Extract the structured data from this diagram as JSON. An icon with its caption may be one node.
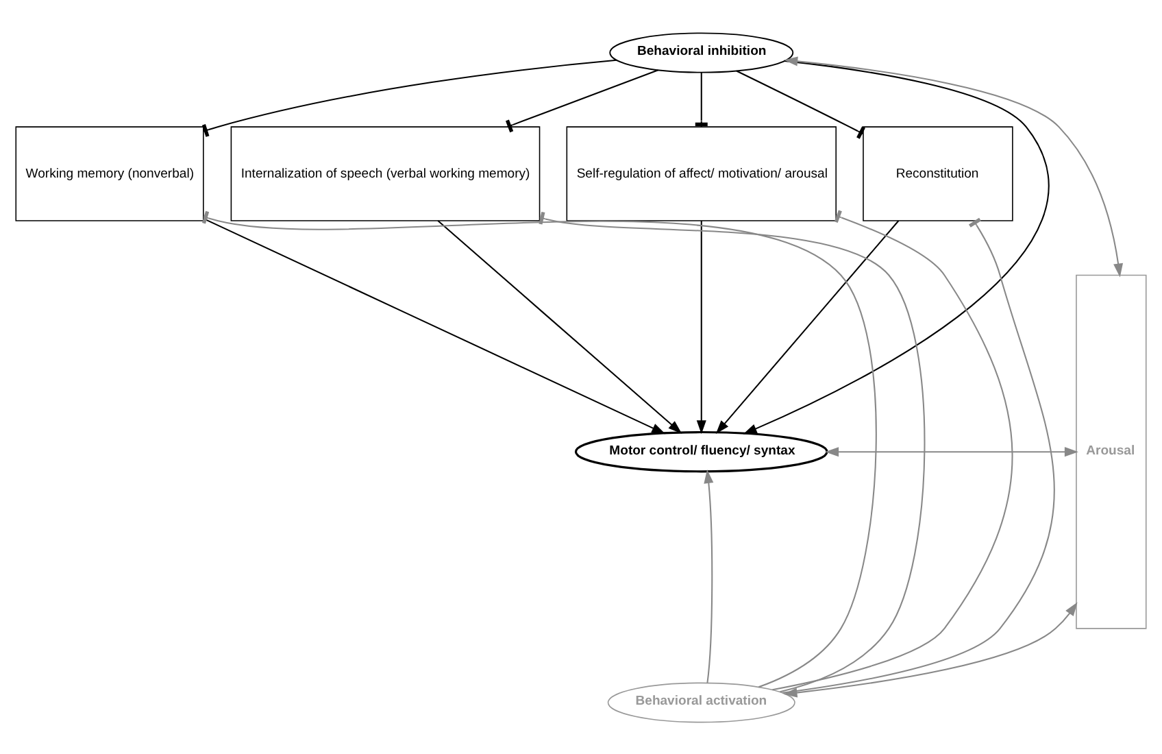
{
  "diagram": {
    "nodes": [
      {
        "text": [
          "Behavioral inhibition"
        ]
      },
      {
        "text": [
          "Working memory (nonverbal)"
        ]
      },
      {
        "text": [
          "Internalization of speech (verbal working memory)"
        ]
      },
      {
        "text": [
          "Self-regulation of affect/ motivation/ arousal"
        ]
      },
      {
        "text": [
          "Reconstitution"
        ]
      },
      {
        "text": [
          "Motor control/ fluency/ syntax"
        ]
      },
      {
        "text": [
          "Behavioral activation"
        ]
      },
      {
        "text": [
          "Arousal"
        ]
      }
    ],
    "edges": [
      {
        "from": 0,
        "to": 1,
        "arrow": "other"
      },
      {
        "from": 0,
        "to": 2,
        "arrow": "other"
      },
      {
        "from": 0,
        "to": 3,
        "arrow": "other"
      },
      {
        "from": 0,
        "to": 4,
        "arrow": "other"
      },
      {
        "from": 0,
        "to": 5,
        "arrow": "to"
      },
      {
        "from": 1,
        "to": 5,
        "arrow": "to"
      },
      {
        "from": 2,
        "to": 5,
        "arrow": "to"
      },
      {
        "from": 3,
        "to": 5,
        "arrow": "to"
      },
      {
        "from": 4,
        "to": 5,
        "arrow": "to"
      },
      {
        "from": 6,
        "to": 1,
        "arrow": "other",
        "color": "#888888"
      },
      {
        "from": 6,
        "to": 2,
        "arrow": "other",
        "color": "#888888"
      },
      {
        "from": 6,
        "to": 3,
        "arrow": "other",
        "color": "#888888"
      },
      {
        "from": 6,
        "to": 4,
        "arrow": "other",
        "color": "#888888"
      },
      {
        "from": 6,
        "to": 5,
        "arrow": "to",
        "color": "#888888"
      },
      {
        "from": 0,
        "to": 7,
        "arrow": "both",
        "color": "#888888"
      },
      {
        "from": 5,
        "to": 7,
        "arrow": "both",
        "color": "#888888"
      },
      {
        "from": 6,
        "to": 7,
        "arrow": "both",
        "color": "#888888"
      }
    ]
  }
}
